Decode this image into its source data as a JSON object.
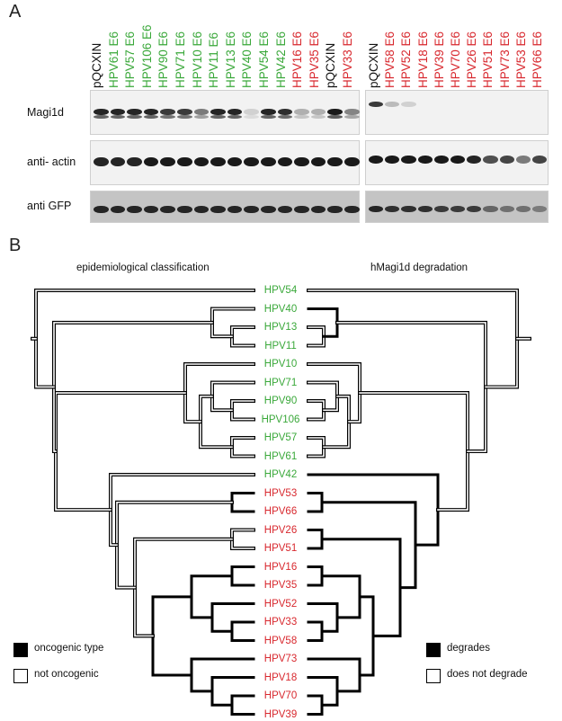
{
  "panel_a": {
    "letter": "A",
    "lanes_left": [
      {
        "label": "pQCXIN",
        "color": "#111111"
      },
      {
        "label": "HPV61 E6",
        "color": "#3aa83a"
      },
      {
        "label": "HPV57 E6",
        "color": "#3aa83a"
      },
      {
        "label": "HPV106 E6",
        "color": "#3aa83a"
      },
      {
        "label": "HPV90 E6",
        "color": "#3aa83a"
      },
      {
        "label": "HPV71 E6",
        "color": "#3aa83a"
      },
      {
        "label": "HPV10 E6",
        "color": "#3aa83a"
      },
      {
        "label": "HPV11 E6",
        "color": "#3aa83a"
      },
      {
        "label": "HPV13 E6",
        "color": "#3aa83a"
      },
      {
        "label": "HPV40 E6",
        "color": "#3aa83a"
      },
      {
        "label": "HPV54 E6",
        "color": "#3aa83a"
      },
      {
        "label": "HPV42 E6",
        "color": "#3aa83a"
      },
      {
        "label": "HPV16 E6",
        "color": "#d8282e"
      },
      {
        "label": "HPV35 E6",
        "color": "#d8282e"
      },
      {
        "label": "pQCXIN",
        "color": "#111111"
      },
      {
        "label": "HPV33 E6",
        "color": "#d8282e"
      }
    ],
    "lanes_right": [
      {
        "label": "pQCXIN",
        "color": "#111111"
      },
      {
        "label": "HPV58 E6",
        "color": "#d8282e"
      },
      {
        "label": "HPV52 E6",
        "color": "#d8282e"
      },
      {
        "label": "HPV18 E6",
        "color": "#d8282e"
      },
      {
        "label": "HPV39 E6",
        "color": "#d8282e"
      },
      {
        "label": "HPV70 E6",
        "color": "#d8282e"
      },
      {
        "label": "HPV26 E6",
        "color": "#d8282e"
      },
      {
        "label": "HPV51 E6",
        "color": "#d8282e"
      },
      {
        "label": "HPV73 E6",
        "color": "#d8282e"
      },
      {
        "label": "HPV53 E6",
        "color": "#d8282e"
      },
      {
        "label": "HPV66 E6",
        "color": "#d8282e"
      }
    ],
    "rows": [
      {
        "label": "Magi1d"
      },
      {
        "label": "anti- actin"
      },
      {
        "label": "anti GFP"
      }
    ],
    "band_intensity": {
      "magi1d_left": [
        0.9,
        0.9,
        0.9,
        0.9,
        0.8,
        0.8,
        0.5,
        0.9,
        0.9,
        0.1,
        0.9,
        0.85,
        0.25,
        0.25,
        0.95,
        0.45
      ],
      "magi1d_right": [
        0.8,
        0.2,
        0.1,
        0,
        0,
        0,
        0,
        0,
        0,
        0,
        0
      ],
      "actin_left": [
        0.9,
        0.9,
        0.9,
        0.95,
        0.95,
        0.95,
        0.95,
        0.95,
        0.95,
        0.95,
        0.95,
        0.95,
        0.95,
        0.95,
        0.95,
        0.95
      ],
      "actin_right": [
        0.95,
        0.95,
        0.95,
        0.95,
        0.95,
        0.95,
        0.9,
        0.7,
        0.75,
        0.5,
        0.75
      ],
      "gfp_left": [
        0.9,
        0.9,
        0.9,
        0.9,
        0.9,
        0.9,
        0.9,
        0.9,
        0.9,
        0.9,
        0.9,
        0.9,
        0.9,
        0.9,
        0.9,
        0.9
      ],
      "gfp_right": [
        0.9,
        0.85,
        0.85,
        0.85,
        0.8,
        0.8,
        0.8,
        0.6,
        0.55,
        0.55,
        0.5
      ]
    }
  },
  "panel_b": {
    "letter": "B",
    "left_title": "epidemiological classification",
    "right_title": "hMagi1d degradation",
    "leaves": [
      {
        "label": "HPV54",
        "color": "#3aa83a"
      },
      {
        "label": "HPV40",
        "color": "#3aa83a"
      },
      {
        "label": "HPV13",
        "color": "#3aa83a"
      },
      {
        "label": "HPV11",
        "color": "#3aa83a"
      },
      {
        "label": "HPV10",
        "color": "#3aa83a"
      },
      {
        "label": "HPV71",
        "color": "#3aa83a"
      },
      {
        "label": "HPV90",
        "color": "#3aa83a"
      },
      {
        "label": "HPV106",
        "color": "#3aa83a"
      },
      {
        "label": "HPV57",
        "color": "#3aa83a"
      },
      {
        "label": "HPV61",
        "color": "#3aa83a"
      },
      {
        "label": "HPV42",
        "color": "#3aa83a"
      },
      {
        "label": "HPV53",
        "color": "#d8282e"
      },
      {
        "label": "HPV66",
        "color": "#d8282e"
      },
      {
        "label": "HPV26",
        "color": "#d8282e"
      },
      {
        "label": "HPV51",
        "color": "#d8282e"
      },
      {
        "label": "HPV16",
        "color": "#d8282e"
      },
      {
        "label": "HPV35",
        "color": "#d8282e"
      },
      {
        "label": "HPV52",
        "color": "#d8282e"
      },
      {
        "label": "HPV33",
        "color": "#d8282e"
      },
      {
        "label": "HPV58",
        "color": "#d8282e"
      },
      {
        "label": "HPV73",
        "color": "#d8282e"
      },
      {
        "label": "HPV18",
        "color": "#d8282e"
      },
      {
        "label": "HPV70",
        "color": "#d8282e"
      },
      {
        "label": "HPV39",
        "color": "#d8282e"
      }
    ],
    "legend_left": [
      {
        "label": "oncogenic type",
        "filled": true
      },
      {
        "label": "not oncogenic",
        "filled": false
      }
    ],
    "legend_right": [
      {
        "label": "degrades",
        "filled": true
      },
      {
        "label": "does not degrade",
        "filled": false
      }
    ]
  }
}
